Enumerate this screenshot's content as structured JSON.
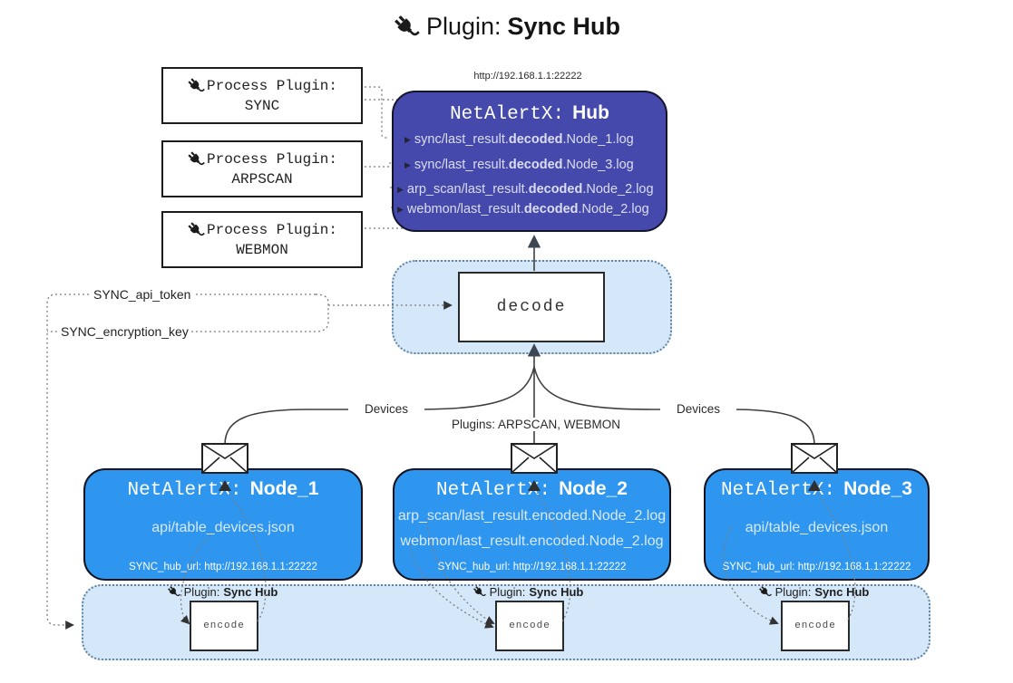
{
  "title": {
    "prefix": "Plugin:",
    "name": "Sync Hub"
  },
  "icons": {
    "plug": "plug-icon",
    "envelope": "envelope-icon",
    "log_arrow": "▶"
  },
  "process_plugins": [
    {
      "label": "Process Plugin:",
      "name": "SYNC"
    },
    {
      "label": "Process Plugin:",
      "name": "ARPSCAN"
    },
    {
      "label": "Process Plugin:",
      "name": "WEBMON"
    }
  ],
  "hub": {
    "url": "http://192.168.1.1:22222",
    "name_prefix": "NetAlertX:",
    "name": "Hub",
    "logs": [
      {
        "pre": "sync/last_result.",
        "bold": "decoded",
        "post": ".Node_1.log"
      },
      {
        "pre": "sync/last_result.",
        "bold": "decoded",
        "post": ".Node_3.log"
      },
      {
        "pre": "arp_scan/last_result.",
        "bold": "decoded",
        "post": ".Node_2.log"
      },
      {
        "pre": "webmon/last_result.",
        "bold": "decoded",
        "post": ".Node_2.log"
      }
    ]
  },
  "decode_step": {
    "label": "decode"
  },
  "secrets": {
    "api_token": "SYNC_api_token",
    "encryption_key": "SYNC_encryption_key"
  },
  "edge_labels": {
    "devices_left": "Devices",
    "plugins_center": "Plugins: ARPSCAN, WEBMON",
    "devices_right": "Devices"
  },
  "nodes": [
    {
      "name_prefix": "NetAlertX:",
      "name": "Node_1",
      "files": [
        "api/table_devices.json"
      ],
      "hub_url": "SYNC_hub_url: http://192.168.1.1:22222"
    },
    {
      "name_prefix": "NetAlertX:",
      "name": "Node_2",
      "files": [
        "arp_scan/last_result.encoded.Node_2.log",
        "webmon/last_result.encoded.Node_2.log"
      ],
      "hub_url": "SYNC_hub_url: http://192.168.1.1:22222"
    },
    {
      "name_prefix": "NetAlertX:",
      "name": "Node_3",
      "files": [
        "api/table_devices.json"
      ],
      "hub_url": "SYNC_hub_url: http://192.168.1.1:22222"
    }
  ],
  "encoders": [
    {
      "plugin_prefix": "Plugin:",
      "plugin_name": "Sync Hub",
      "label": "encode"
    },
    {
      "plugin_prefix": "Plugin:",
      "plugin_name": "Sync Hub",
      "label": "encode"
    },
    {
      "plugin_prefix": "Plugin:",
      "plugin_name": "Sync Hub",
      "label": "encode"
    }
  ],
  "colors": {
    "hub_fill": "#4449ab",
    "hub_text": "#dcddf2",
    "node_fill": "#2e96ee",
    "node_text": "#d8e9fb",
    "panel_fill": "#d5e8fa",
    "panel_border": "#5e82a0"
  }
}
